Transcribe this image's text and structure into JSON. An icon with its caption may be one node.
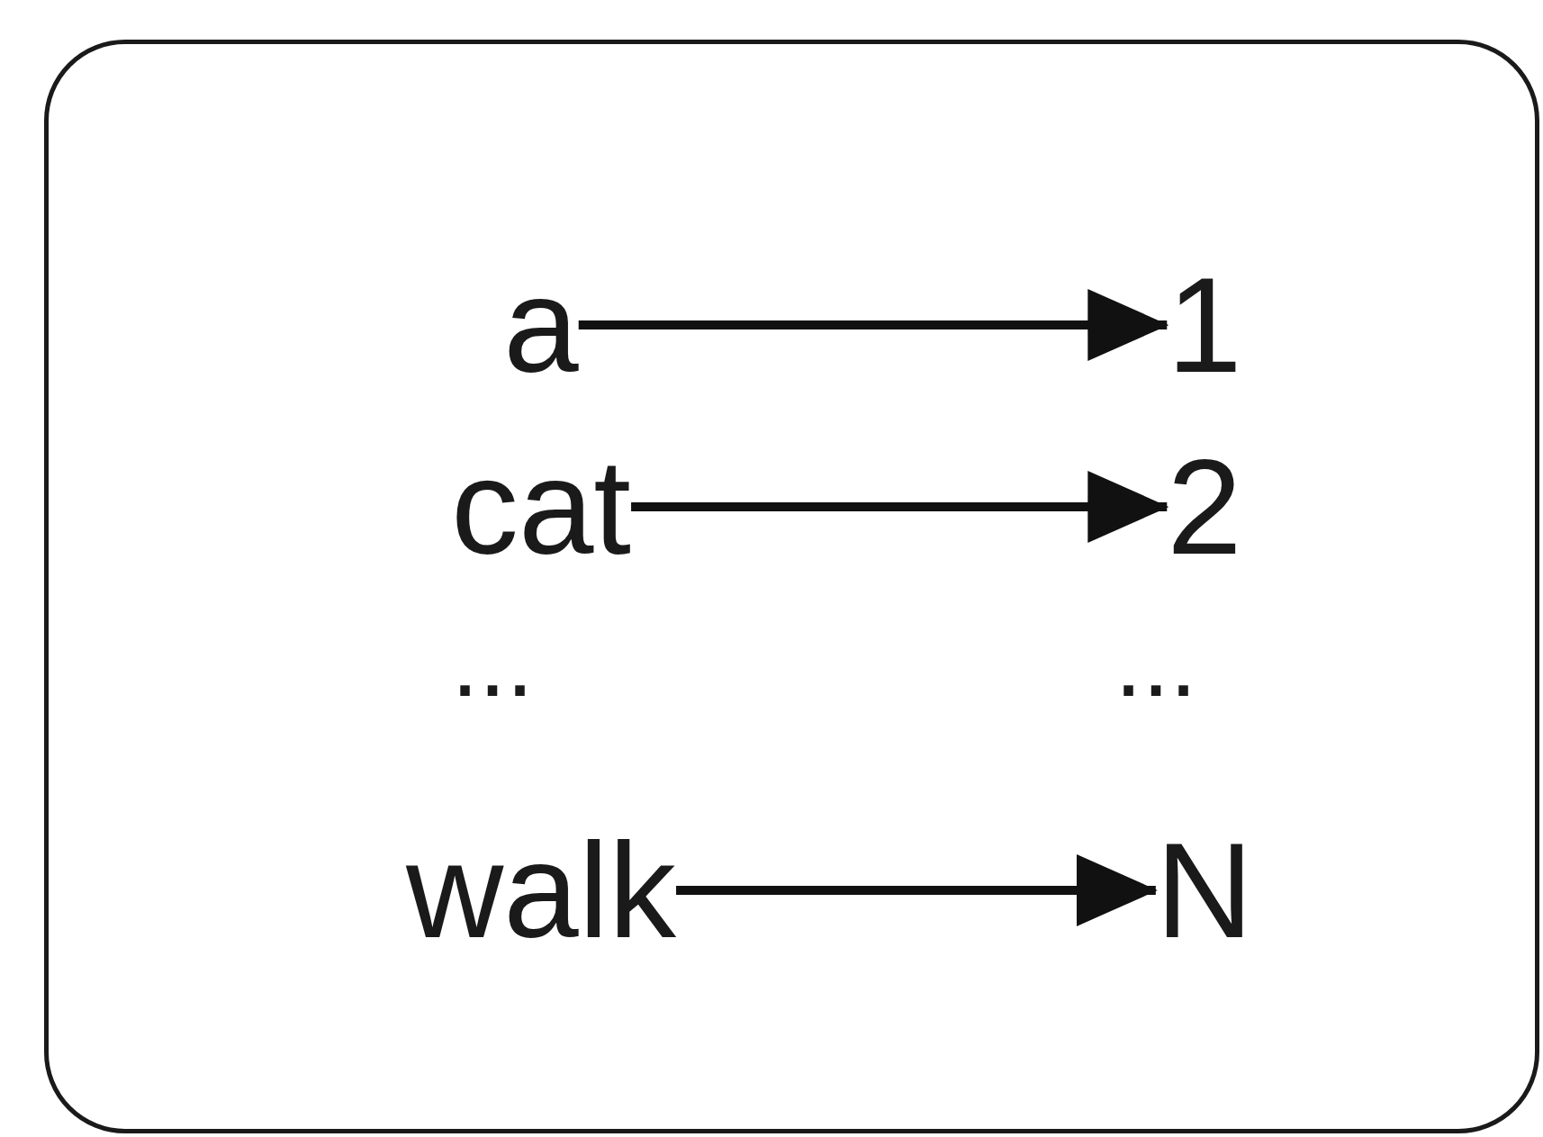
{
  "diagram": {
    "nodes": [
      {
        "text": [],
        "shape": "box"
      },
      {
        "text": [
          "a"
        ],
        "in": 0
      },
      {
        "text": [
          "1"
        ],
        "in": 0
      },
      {
        "text": [
          "cat"
        ],
        "in": 0
      },
      {
        "text": [
          "2"
        ],
        "in": 0
      },
      {
        "text": [
          "walk"
        ],
        "in": 0
      },
      {
        "text": [
          "N"
        ],
        "in": 0
      }
    ],
    "edges": [
      {
        "from": 1,
        "to": 2,
        "arrow": "to"
      },
      {
        "from": 3,
        "to": 4,
        "arrow": "to"
      },
      {
        "from": 5,
        "to": 6,
        "arrow": "to"
      }
    ],
    "labels": [
      "...",
      "..."
    ]
  }
}
